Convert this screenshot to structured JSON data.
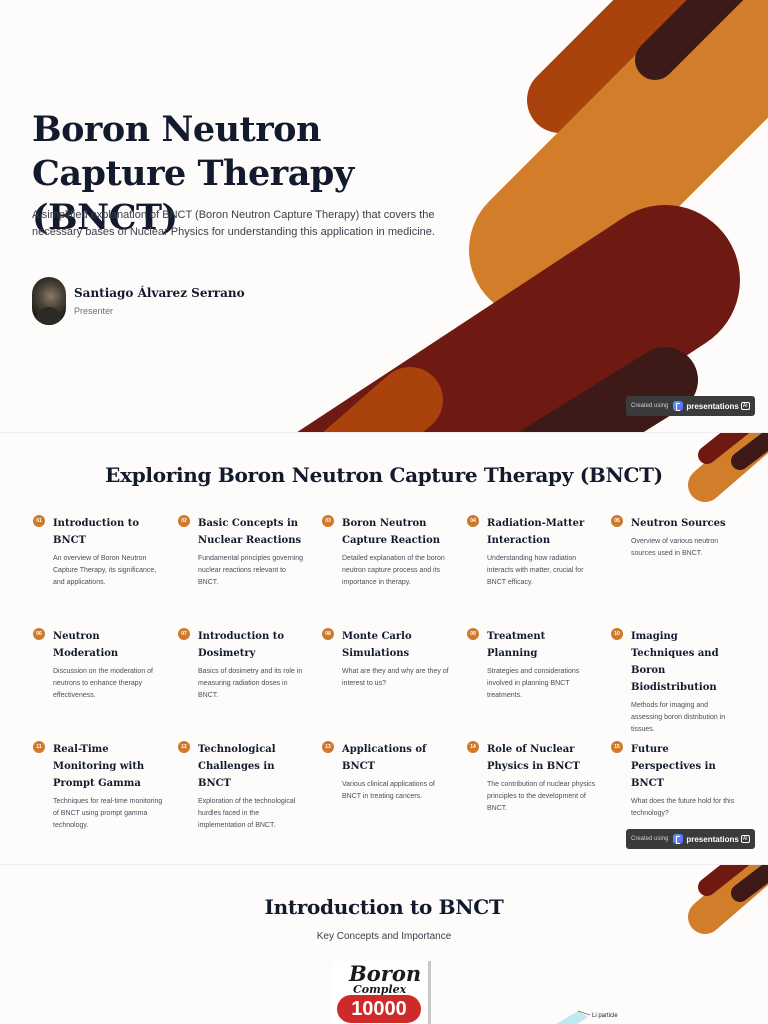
{
  "slide1": {
    "title": "Boron Neutron Capture Therapy (BNCT)",
    "subtitle": "A simplified explanation of BNCT (Boron Neutron Capture Therapy) that covers the necessary bases of Nuclear Physics for understanding this application in medicine.",
    "presenter_name": "Santiago Álvarez Serrano",
    "presenter_role": "Presenter"
  },
  "badge": {
    "created_using": "Created using",
    "brand": "presentations",
    "ai_tag": "AI"
  },
  "slide2": {
    "title": "Exploring Boron Neutron Capture Therapy (BNCT)",
    "items": [
      {
        "num": "01",
        "title": "Introduction to BNCT",
        "desc": "An overview of Boron Neutron Capture Therapy, its significance, and applications."
      },
      {
        "num": "02",
        "title": "Basic Concepts in Nuclear Reactions",
        "desc": "Fundamental principles governing nuclear reactions relevant to BNCT."
      },
      {
        "num": "03",
        "title": "Boron Neutron Capture Reaction",
        "desc": "Detailed explanation of the boron neutron capture process and its importance in therapy."
      },
      {
        "num": "04",
        "title": "Radiation-Matter Interaction",
        "desc": "Understanding how radiation interacts with matter, crucial for BNCT efficacy."
      },
      {
        "num": "05",
        "title": "Neutron Sources",
        "desc": "Overview of various neutron sources used in BNCT."
      },
      {
        "num": "06",
        "title": "Neutron Moderation",
        "desc": "Discussion on the moderation of neutrons to enhance therapy effectiveness."
      },
      {
        "num": "07",
        "title": "Introduction to Dosimetry",
        "desc": "Basics of dosimetry and its role in measuring radiation doses in BNCT."
      },
      {
        "num": "08",
        "title": "Monte Carlo Simulations",
        "desc": "What are they and why are they of interest to us?"
      },
      {
        "num": "09",
        "title": "Treatment Planning",
        "desc": "Strategies and considerations involved in planning BNCT treatments."
      },
      {
        "num": "10",
        "title": "Imaging Techniques and Boron Biodistribution",
        "desc": "Methods for imaging and assessing boron distribution in tissues."
      },
      {
        "num": "11",
        "title": "Real-Time Monitoring with Prompt Gamma",
        "desc": "Techniques for real-time monitoring of BNCT using prompt gamma technology."
      },
      {
        "num": "12",
        "title": "Technological Challenges in BNCT",
        "desc": "Exploration of the technological hurdles faced in the implementation of BNCT."
      },
      {
        "num": "13",
        "title": "Applications of BNCT",
        "desc": "Various clinical applications of BNCT in treating cancers."
      },
      {
        "num": "14",
        "title": "Role of Nuclear Physics in BNCT",
        "desc": "The contribution of nuclear physics principles to the development of BNCT."
      },
      {
        "num": "15",
        "title": "Future Perspectives in BNCT",
        "desc": "What does the future hold for this technology?"
      }
    ]
  },
  "slide3": {
    "title": "Introduction to BNCT",
    "subtitle": "Key Concepts and Importance",
    "image_boron_word": "Boron",
    "image_complex_word": "Complex",
    "image_number": "10000",
    "diagram_label": "Li particle"
  },
  "colors": {
    "dark_maroon": "#3d1a18",
    "deep_red": "#6e1a12",
    "rust": "#a9420c",
    "orange": "#d17d2a",
    "badge_bg": "#3b3b3b",
    "accent_num": "#cf7a2a"
  }
}
